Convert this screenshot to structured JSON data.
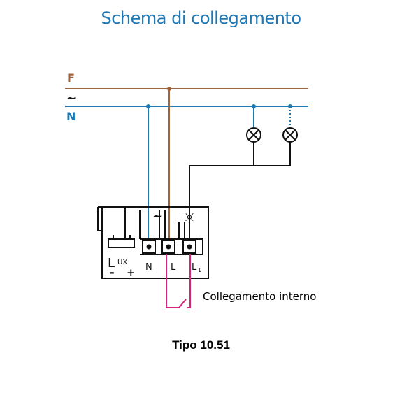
{
  "title": "Schema di collegamento",
  "lines": [
    {
      "label": "F",
      "color": "#a0643c"
    },
    {
      "label": "~",
      "color": "#1f78b4"
    },
    {
      "label": "N",
      "color": "#1f78b4"
    }
  ],
  "terminals": {
    "lux_main": "L",
    "lux_sub": "UX",
    "minus": "-",
    "plus": "+",
    "n": "N",
    "l": "L",
    "l1_main": "L",
    "l1_sub": "1",
    "tilde": "~",
    "sun": "☼"
  },
  "internal_connection_label": "Collegamento interno",
  "model_label": "Tipo 10.51",
  "colors": {
    "title": "#1f78b4",
    "phase": "#a0643c",
    "neutral": "#1f78b4",
    "load": "#111111",
    "internal": "#d4257a",
    "device": "#111111"
  }
}
